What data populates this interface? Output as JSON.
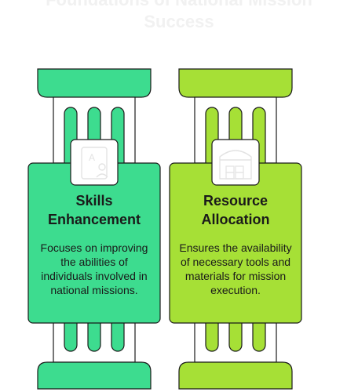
{
  "header": {
    "title_line1": "Foundations of National Mission",
    "title_line2": "Success"
  },
  "pillars": [
    {
      "title_line1": "Skills",
      "title_line2": "Enhancement",
      "description": "Focuses on improving the abilities of individuals involved in national missions.",
      "icon": "person-id-card-icon",
      "color": "#3ddc8f"
    },
    {
      "title_line1": "Resource",
      "title_line2": "Allocation",
      "description": "Ensures the availability of necessary tools and materials for mission execution.",
      "icon": "warehouse-boxes-icon",
      "color": "#a6e036"
    }
  ],
  "colors": {
    "outline": "#1a1a1a",
    "title_text": "#f1f1f1"
  }
}
